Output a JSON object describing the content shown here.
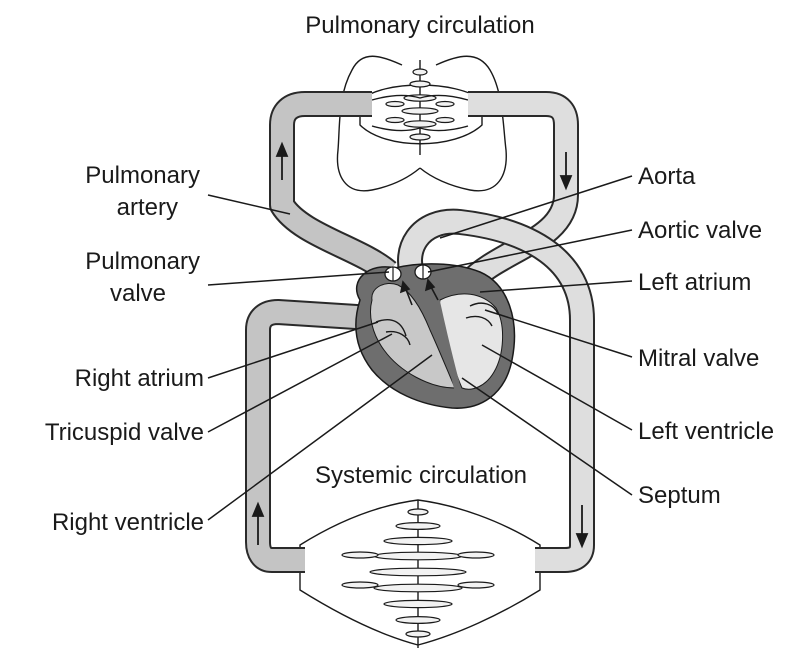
{
  "titles": {
    "pulmonary": "Pulmonary circulation",
    "systemic": "Systemic circulation"
  },
  "labels": {
    "pulmonary_artery_line1": "Pulmonary",
    "pulmonary_artery_line2": "artery",
    "pulmonary_valve_line1": "Pulmonary",
    "pulmonary_valve_line2": "valve",
    "right_atrium": "Right atrium",
    "tricuspid_valve": "Tricuspid valve",
    "right_ventricle": "Right ventricle",
    "aorta": "Aorta",
    "aortic_valve": "Aortic valve",
    "left_atrium": "Left atrium",
    "mitral_valve": "Mitral valve",
    "left_ventricle": "Left ventricle",
    "septum": "Septum"
  }
}
